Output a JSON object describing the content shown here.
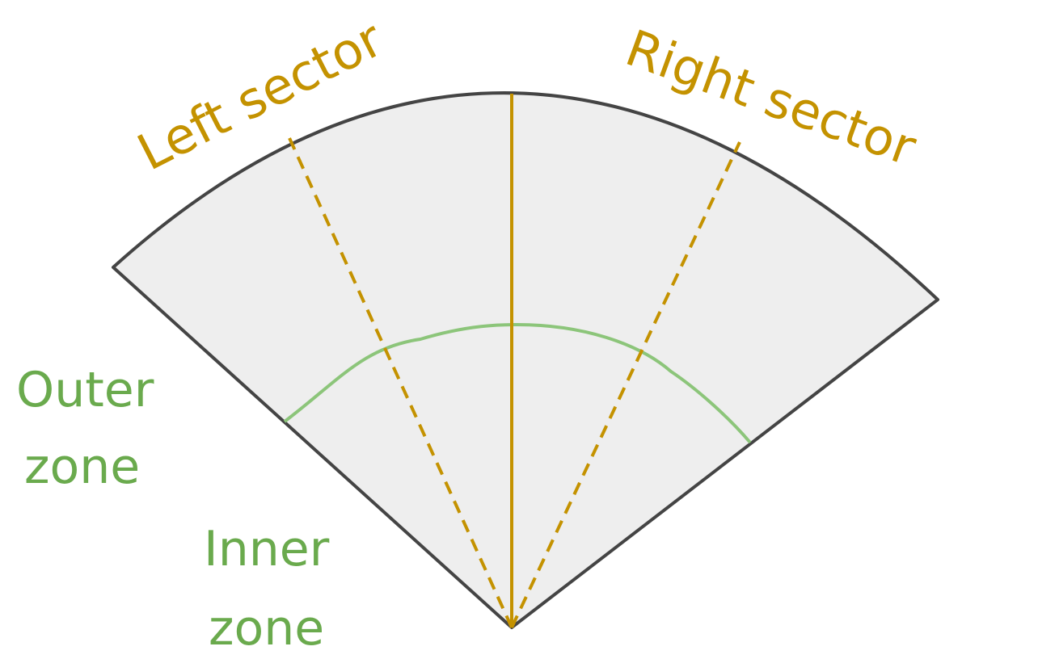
{
  "diagram": {
    "labels": {
      "left_sector": "Left sector",
      "right_sector": "Right sector",
      "outer_zone_line1": "Outer",
      "outer_zone_line2": "zone",
      "inner_zone_line1": "Inner",
      "inner_zone_line2": "zone"
    },
    "colors": {
      "sector_fill": "#eeeeee",
      "sector_outline": "#444444",
      "sector_divider": "#c49200",
      "zone_boundary": "#8cc57a",
      "zone_label": "#6aaa4d"
    }
  }
}
